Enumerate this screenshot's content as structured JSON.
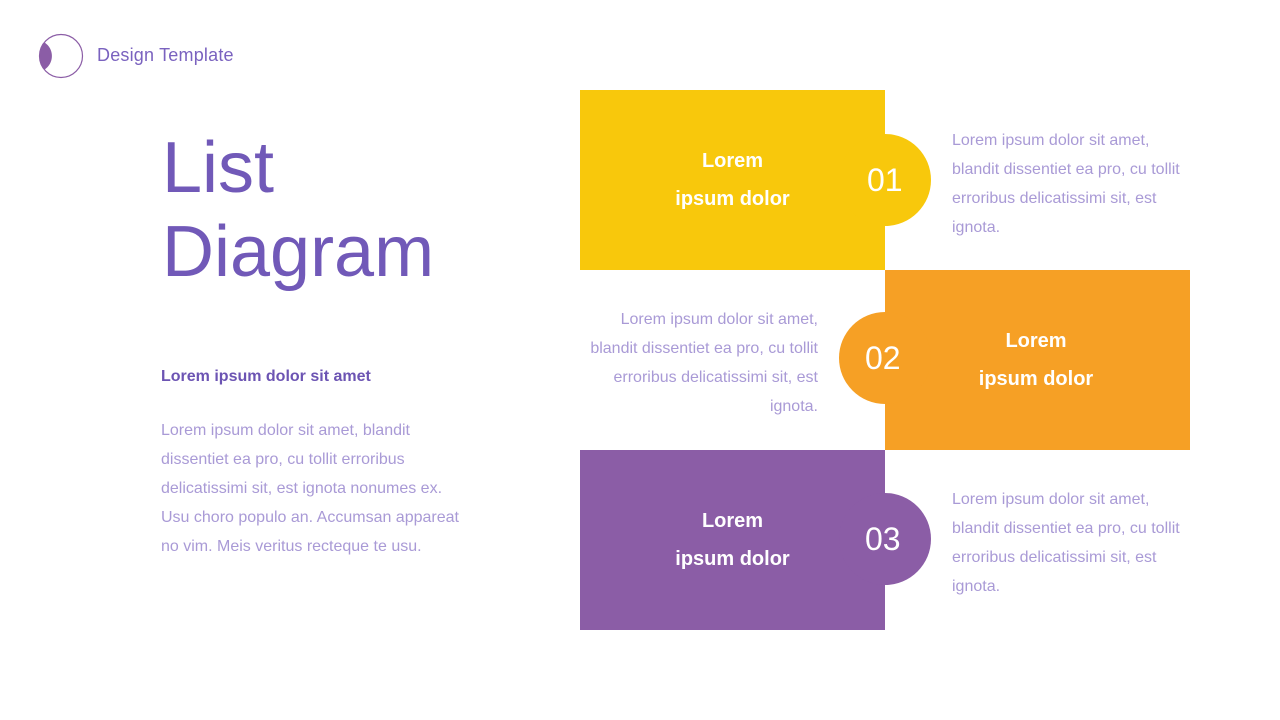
{
  "header": {
    "brand": "Design Template",
    "logo_icon": "half-moon-circle-icon"
  },
  "title": {
    "line1": "List",
    "line2": "Diagram"
  },
  "intro": {
    "subheading": "Lorem ipsum dolor sit amet",
    "body": "Lorem ipsum dolor sit amet, blandit dissentiet ea pro, cu tollit erroribus delicatissimi sit, est ignota nonumes ex. Usu choro populo an. Accumsan appareat no vim. Meis veritus recteque te usu."
  },
  "colors": {
    "accent_purple": "#7159b8",
    "yellow": "#f8c80c",
    "orange": "#f6a025",
    "purple": "#8b5da6",
    "muted_text": "#a99ad6"
  },
  "items": [
    {
      "number": "01",
      "label_line1": "Lorem",
      "label_line2": "ipsum dolor",
      "description": "Lorem ipsum dolor sit amet, blandit dissentiet ea pro, cu tollit erroribus delicatissimi sit, est ignota."
    },
    {
      "number": "02",
      "label_line1": "Lorem",
      "label_line2": "ipsum dolor",
      "description": "Lorem ipsum dolor sit amet, blandit dissentiet ea pro, cu tollit erroribus delicatissimi sit, est ignota."
    },
    {
      "number": "03",
      "label_line1": "Lorem",
      "label_line2": "ipsum dolor",
      "description": "Lorem ipsum dolor sit amet, blandit dissentiet ea pro, cu tollit erroribus delicatissimi sit, est ignota."
    }
  ]
}
